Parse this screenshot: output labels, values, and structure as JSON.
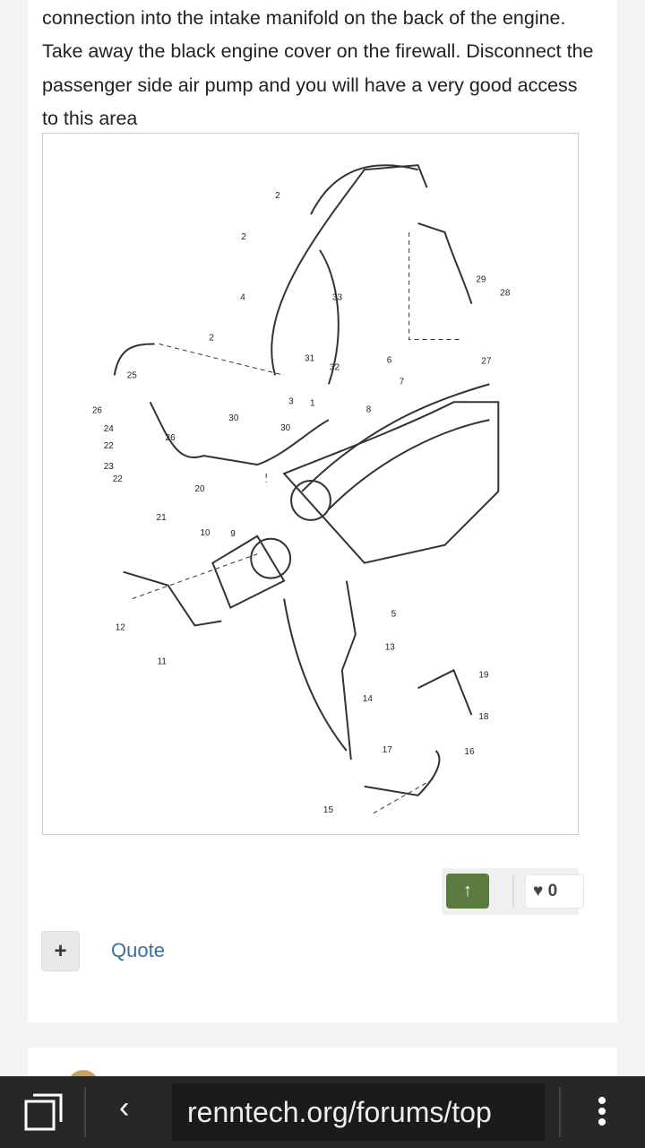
{
  "post": {
    "text": "connection into the intake manifold on the back of the engine. Take away the black engine cover on the firewall. Disconnect the passenger side air pump and you will have a very good access to this area",
    "diagram_labels": [
      "2",
      "2",
      "4",
      "2",
      "33",
      "31",
      "32",
      "3",
      "1",
      "30",
      "30",
      "6",
      "7",
      "8",
      "29",
      "28",
      "27",
      "25",
      "26",
      "24",
      "26",
      "22",
      "23",
      "22",
      "20",
      "21",
      "10",
      "9",
      "12",
      "11",
      "5",
      "13",
      "14",
      "19",
      "18",
      "17",
      "16",
      "15"
    ],
    "upvote_icon": "arrow-up-icon",
    "heart_icon": "heart-icon",
    "likes": "0",
    "quote_label": "Quote",
    "multiquote_label": "+"
  },
  "browser": {
    "url": "renntech.org/forums/top",
    "back_icon": "chevron-left-icon",
    "tabs_icon": "tabs-icon",
    "menu_icon": "more-vertical-icon",
    "back_glyph": "‹",
    "menu_glyph": "⋮"
  }
}
